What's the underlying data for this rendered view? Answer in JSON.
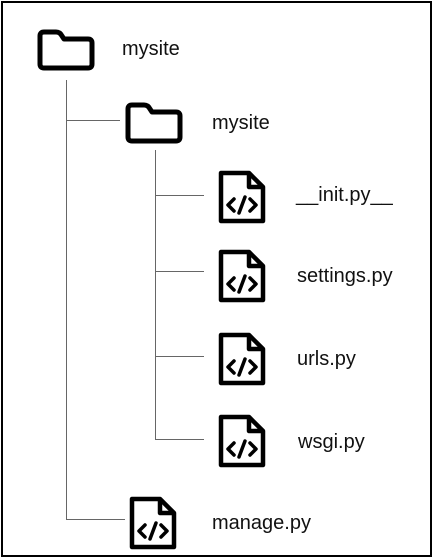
{
  "tree": {
    "root": {
      "name": "mysite",
      "icon": "folder-icon",
      "children": {
        "package": {
          "name": "mysite",
          "icon": "folder-icon",
          "files": [
            {
              "name": "__init.py__",
              "icon": "code-file-icon"
            },
            {
              "name": "settings.py",
              "icon": "code-file-icon"
            },
            {
              "name": "urls.py",
              "icon": "code-file-icon"
            },
            {
              "name": "wsgi.py",
              "icon": "code-file-icon"
            }
          ]
        },
        "manage": {
          "name": "manage.py",
          "icon": "code-file-icon"
        }
      }
    }
  },
  "colors": {
    "stroke": "#000000",
    "connector": "#666666",
    "background": "#ffffff"
  }
}
